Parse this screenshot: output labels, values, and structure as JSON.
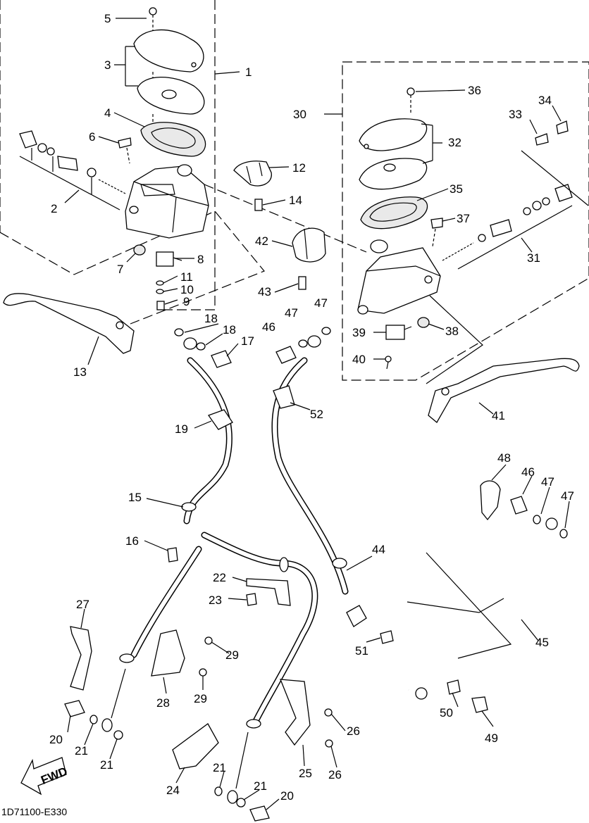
{
  "diagram": {
    "code": "1D71100-E330",
    "fwd_label": "FWD",
    "callouts": [
      {
        "id": "c1",
        "text": "1"
      },
      {
        "id": "c2",
        "text": "2"
      },
      {
        "id": "c3",
        "text": "3"
      },
      {
        "id": "c4",
        "text": "4"
      },
      {
        "id": "c5",
        "text": "5"
      },
      {
        "id": "c6",
        "text": "6"
      },
      {
        "id": "c7",
        "text": "7"
      },
      {
        "id": "c8",
        "text": "8"
      },
      {
        "id": "c9",
        "text": "9"
      },
      {
        "id": "c10",
        "text": "10"
      },
      {
        "id": "c11",
        "text": "11"
      },
      {
        "id": "c12",
        "text": "12"
      },
      {
        "id": "c13",
        "text": "13"
      },
      {
        "id": "c14",
        "text": "14"
      },
      {
        "id": "c15",
        "text": "15"
      },
      {
        "id": "c16",
        "text": "16"
      },
      {
        "id": "c17",
        "text": "17"
      },
      {
        "id": "c18a",
        "text": "18"
      },
      {
        "id": "c18b",
        "text": "18"
      },
      {
        "id": "c19",
        "text": "19"
      },
      {
        "id": "c20a",
        "text": "20"
      },
      {
        "id": "c20b",
        "text": "20"
      },
      {
        "id": "c21a",
        "text": "21"
      },
      {
        "id": "c21b",
        "text": "21"
      },
      {
        "id": "c21c",
        "text": "21"
      },
      {
        "id": "c21d",
        "text": "21"
      },
      {
        "id": "c22",
        "text": "22"
      },
      {
        "id": "c23",
        "text": "23"
      },
      {
        "id": "c24",
        "text": "24"
      },
      {
        "id": "c25",
        "text": "25"
      },
      {
        "id": "c26a",
        "text": "26"
      },
      {
        "id": "c26b",
        "text": "26"
      },
      {
        "id": "c27",
        "text": "27"
      },
      {
        "id": "c28",
        "text": "28"
      },
      {
        "id": "c29a",
        "text": "29"
      },
      {
        "id": "c29b",
        "text": "29"
      },
      {
        "id": "c30",
        "text": "30"
      },
      {
        "id": "c31",
        "text": "31"
      },
      {
        "id": "c32",
        "text": "32"
      },
      {
        "id": "c33",
        "text": "33"
      },
      {
        "id": "c34",
        "text": "34"
      },
      {
        "id": "c35",
        "text": "35"
      },
      {
        "id": "c36",
        "text": "36"
      },
      {
        "id": "c37",
        "text": "37"
      },
      {
        "id": "c38",
        "text": "38"
      },
      {
        "id": "c39",
        "text": "39"
      },
      {
        "id": "c40",
        "text": "40"
      },
      {
        "id": "c41",
        "text": "41"
      },
      {
        "id": "c42",
        "text": "42"
      },
      {
        "id": "c43",
        "text": "43"
      },
      {
        "id": "c44",
        "text": "44"
      },
      {
        "id": "c45",
        "text": "45"
      },
      {
        "id": "c46a",
        "text": "46"
      },
      {
        "id": "c46b",
        "text": "46"
      },
      {
        "id": "c47a",
        "text": "47"
      },
      {
        "id": "c47b",
        "text": "47"
      },
      {
        "id": "c47c",
        "text": "47"
      },
      {
        "id": "c47d",
        "text": "47"
      },
      {
        "id": "c48",
        "text": "48"
      },
      {
        "id": "c49",
        "text": "49"
      },
      {
        "id": "c50",
        "text": "50"
      },
      {
        "id": "c51",
        "text": "51"
      },
      {
        "id": "c52",
        "text": "52"
      }
    ]
  }
}
